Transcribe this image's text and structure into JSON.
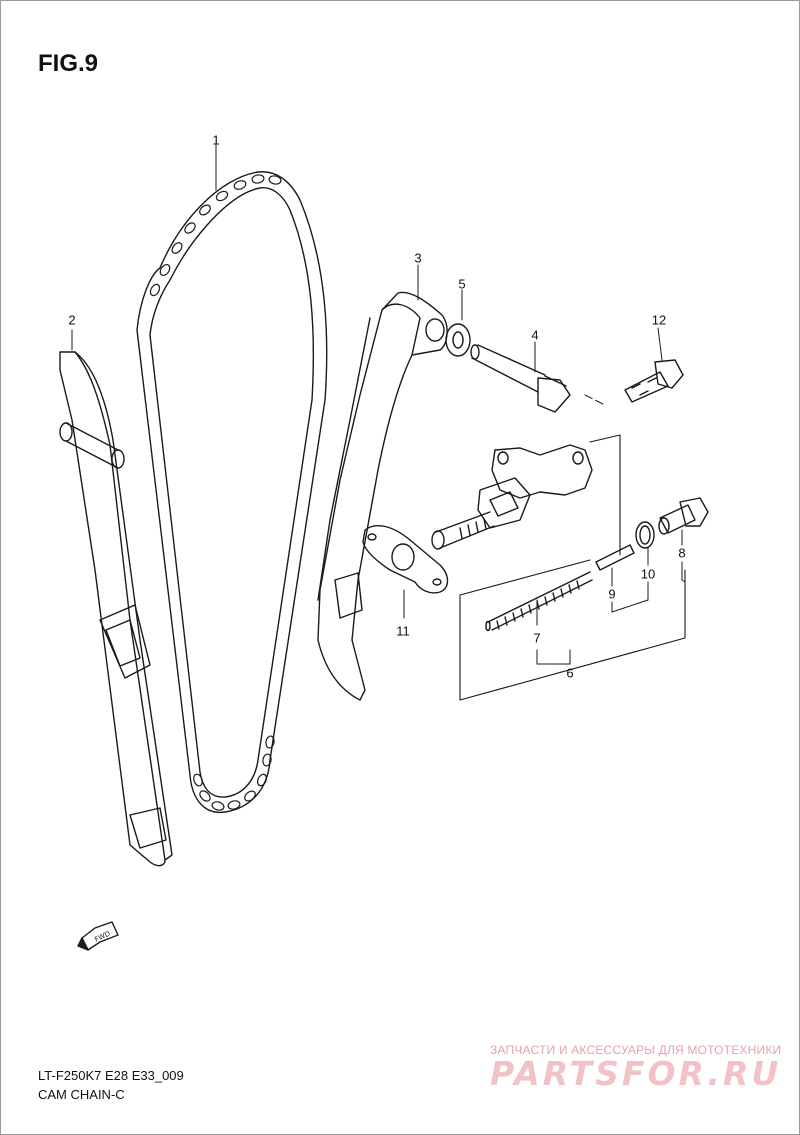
{
  "figure": {
    "title": "FIG.9"
  },
  "callouts": [
    {
      "id": "1",
      "label": "1"
    },
    {
      "id": "2",
      "label": "2"
    },
    {
      "id": "3",
      "label": "3"
    },
    {
      "id": "4",
      "label": "4"
    },
    {
      "id": "5",
      "label": "5"
    },
    {
      "id": "6",
      "label": "6"
    },
    {
      "id": "7",
      "label": "7"
    },
    {
      "id": "8",
      "label": "8"
    },
    {
      "id": "9",
      "label": "9"
    },
    {
      "id": "10",
      "label": "10"
    },
    {
      "id": "11",
      "label": "11"
    },
    {
      "id": "12",
      "label": "12"
    }
  ],
  "fwd_marker": {
    "label": "FWD",
    "icon": "fwd-arrow-icon"
  },
  "footer": {
    "code": "LT-F250K7  E28  E33_009",
    "name": "CAM CHAIN-C"
  },
  "watermark": {
    "tagline": "ЗАПЧАСТИ И АКСЕССУАРЫ ДЛЯ МОТОТЕХНИКИ",
    "brand": "PARTSFOR.RU"
  },
  "colors": {
    "line": "#1a1a1a",
    "watermark": "#f2c2c6"
  }
}
